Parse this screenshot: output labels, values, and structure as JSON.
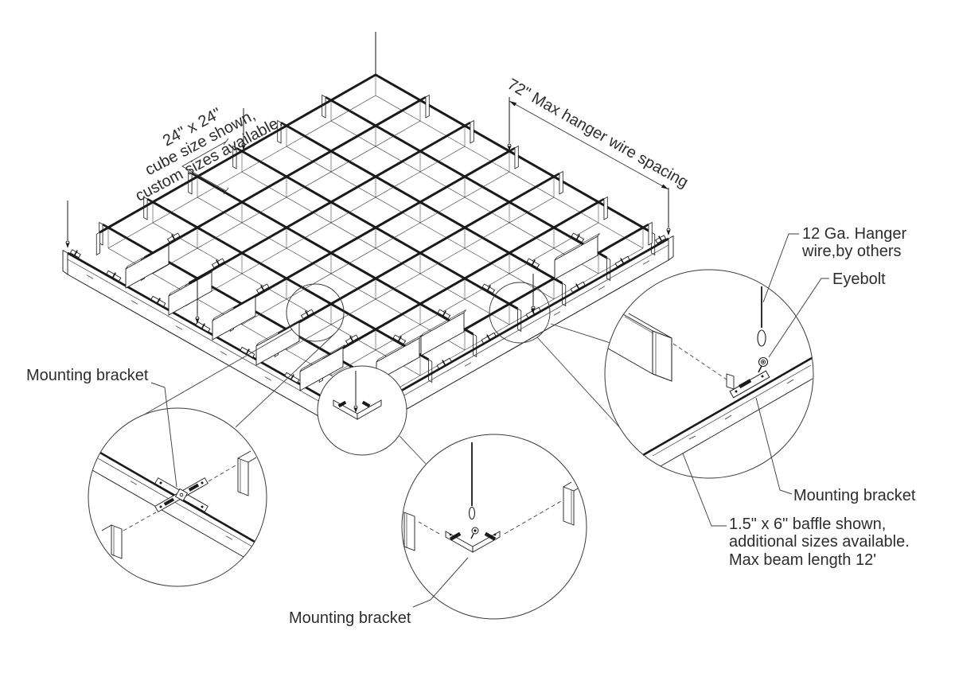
{
  "diagram": {
    "type": "isometric-installation-drawing",
    "subject": "suspended open-cell cube ceiling grid with baffles, hanger wires and mounting brackets",
    "labels": {
      "size_note": "24\" x 24\"\ncube size shown,\ncustom sizes available.",
      "spacing_note": "72\" Max hanger wire spacing",
      "hanger_wire_note": "12 Ga. Hanger\nwire,by others",
      "eyebolt_label": "Eyebolt",
      "mounting_bracket_left": "Mounting bracket",
      "mounting_bracket_bottom": "Mounting bracket",
      "mounting_bracket_right": "Mounting bracket",
      "baffle_note": "1.5\" x 6\" baffle shown,\nadditional sizes available.\nMax beam length 12'"
    },
    "colors": {
      "line": "#1a1a1a",
      "thin": "#333333",
      "leader": "#3f3f3f",
      "text": "#2d2d2d",
      "background": "#ffffff"
    }
  }
}
